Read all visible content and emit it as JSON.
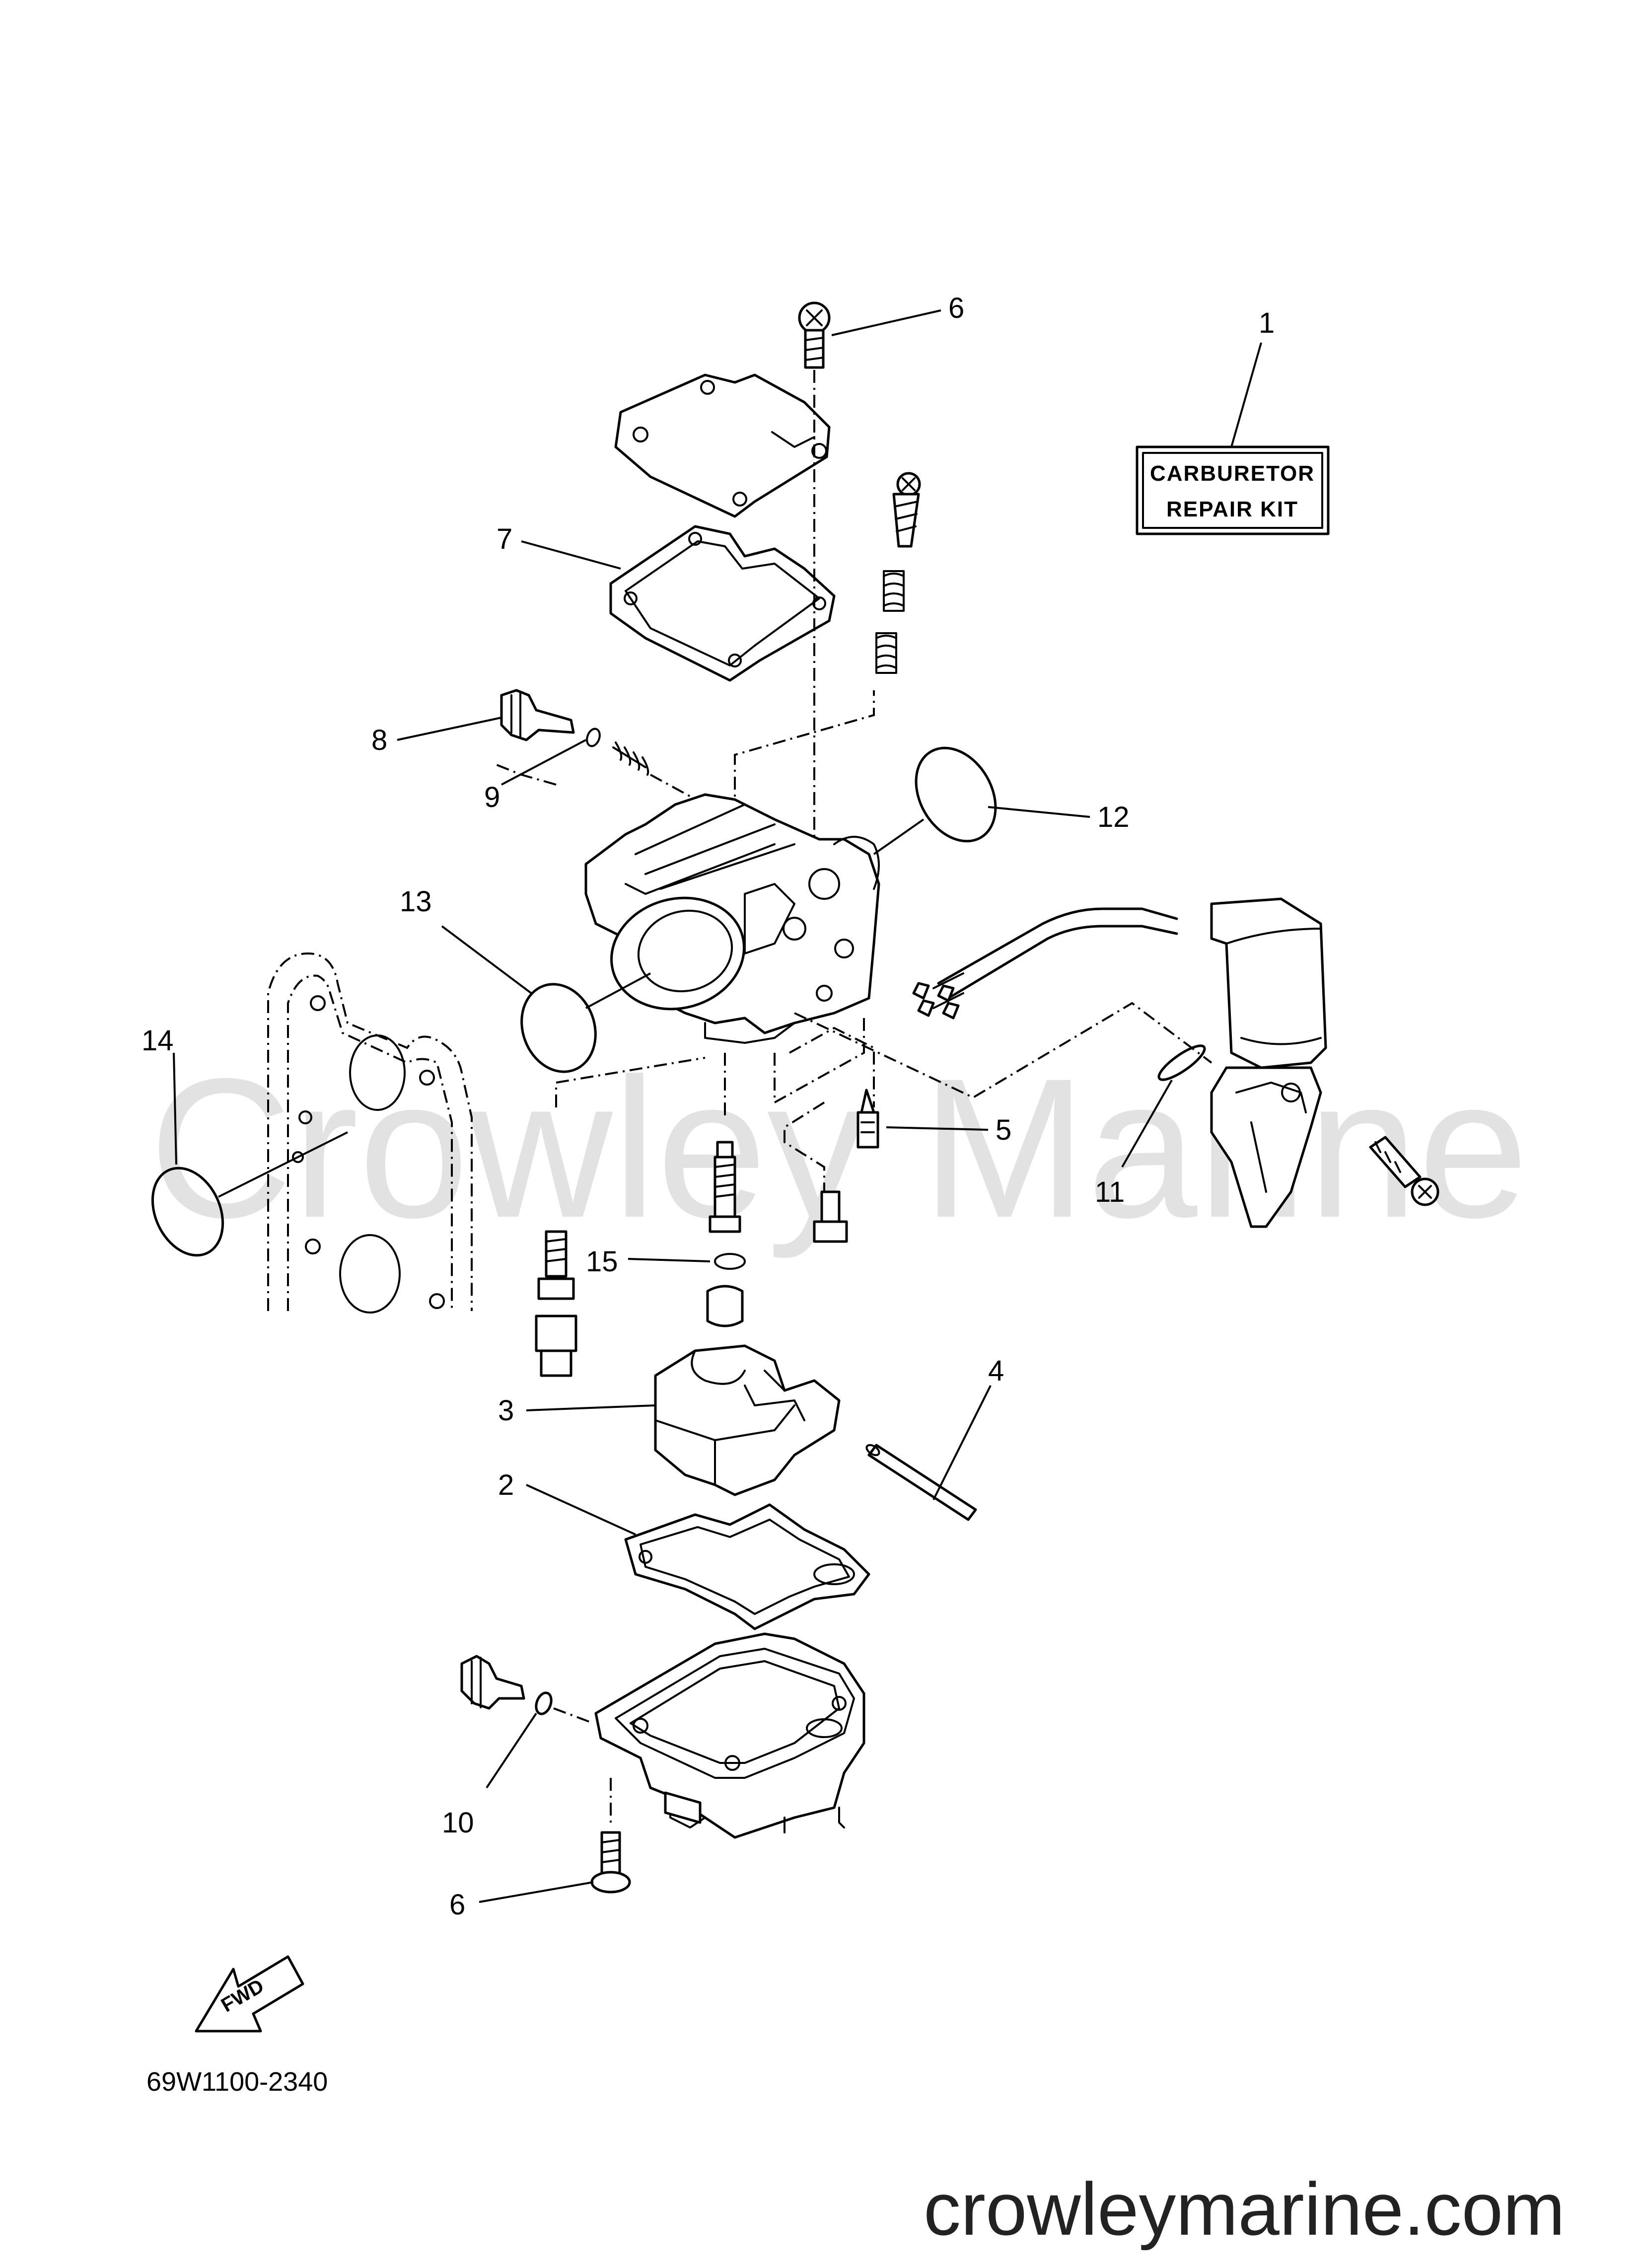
{
  "watermark": "Crowley Marine",
  "website": "crowleymarine.com",
  "diagram_code": "69W1100-2340",
  "fwd_label": "FWD",
  "kit_box": {
    "line1": "CARBURETOR",
    "line2": "REPAIR KIT"
  },
  "callouts": [
    {
      "id": "1",
      "label": "1"
    },
    {
      "id": "2",
      "label": "2"
    },
    {
      "id": "3",
      "label": "3"
    },
    {
      "id": "4",
      "label": "4"
    },
    {
      "id": "5",
      "label": "5"
    },
    {
      "id": "6a",
      "label": "6"
    },
    {
      "id": "6b",
      "label": "6"
    },
    {
      "id": "7",
      "label": "7"
    },
    {
      "id": "8",
      "label": "8"
    },
    {
      "id": "9",
      "label": "9"
    },
    {
      "id": "10",
      "label": "10"
    },
    {
      "id": "11",
      "label": "11"
    },
    {
      "id": "12",
      "label": "12"
    },
    {
      "id": "13",
      "label": "13"
    },
    {
      "id": "14",
      "label": "14"
    },
    {
      "id": "15",
      "label": "15"
    }
  ]
}
